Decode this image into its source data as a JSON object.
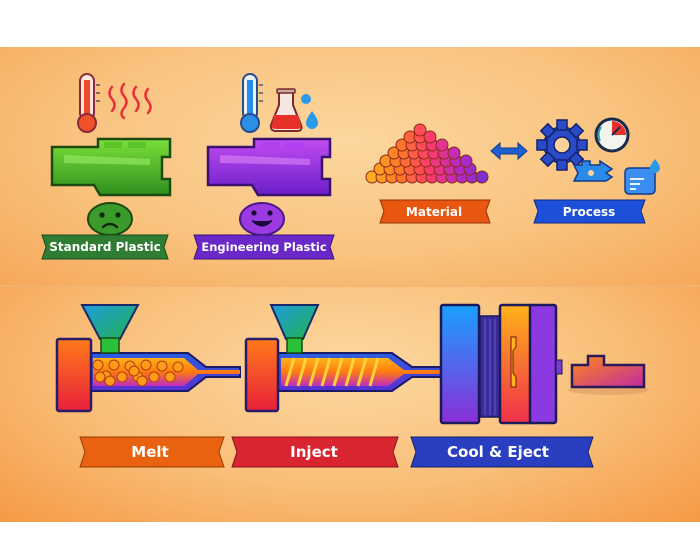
{
  "top_panel": {
    "plastics": [
      {
        "label": "Standard Plastic",
        "color": "#3c9a2b",
        "mood": "sad",
        "icons": [
          "thermometer-hot-icon",
          "heat-waves-icon"
        ]
      },
      {
        "label": "Engineering Plastic",
        "color": "#7a2fd0",
        "mood": "happy",
        "icons": [
          "thermometer-cold-icon",
          "flask-icon",
          "water-drop-icon"
        ]
      }
    ],
    "factors": [
      {
        "label": "Material",
        "color": "#e8560f",
        "icon": "pellet-pile-icon"
      },
      {
        "label": "Process",
        "color": "#1d4fd8",
        "icon": "gear-gauge-icon"
      }
    ],
    "connector": "double-arrow-icon"
  },
  "bottom_panel": {
    "steps": [
      {
        "label": "Melt",
        "color": "#e8620f"
      },
      {
        "label": "Inject",
        "color": "#d9252f"
      },
      {
        "label": "Cool & Eject",
        "color": "#2a3fc0"
      }
    ]
  }
}
